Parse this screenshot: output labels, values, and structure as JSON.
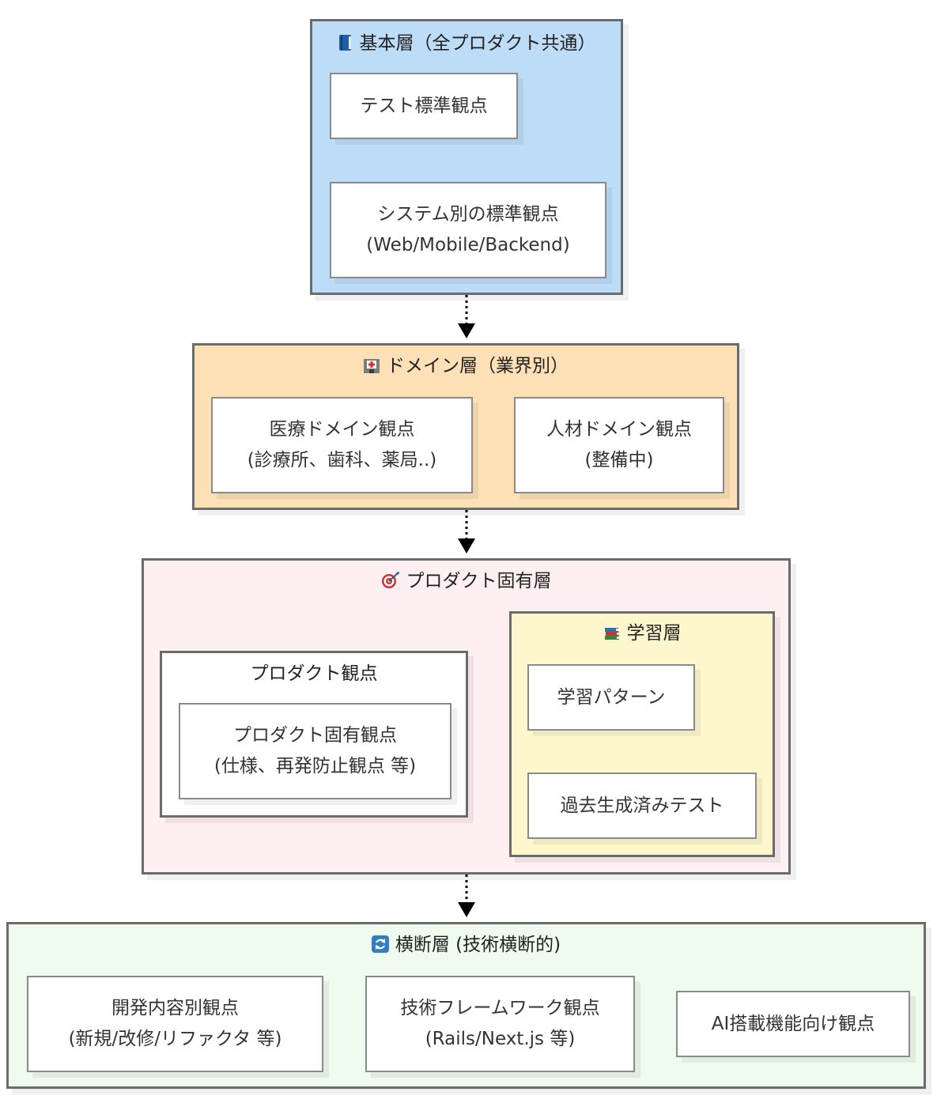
{
  "colors": {
    "basic_fill": "#bddcf7",
    "domain_fill": "#fde0b5",
    "product_fill": "#fef0f2",
    "learning_fill": "#fef7cd",
    "cross_fill": "#eefbee",
    "border": "#6b6b6b",
    "node_border": "#8a8a8a",
    "arrow": "#000000"
  },
  "layers": {
    "basic": {
      "icon": "blue-book-icon",
      "title": "基本層（全プロダクト共通）",
      "nodes": {
        "test_standard": {
          "line1": "テスト標準観点"
        },
        "system_standard": {
          "line1": "システム別の標準観点",
          "line2": "(Web/Mobile/Backend)"
        }
      }
    },
    "domain": {
      "icon": "hospital-icon",
      "title": "ドメイン層（業界別）",
      "nodes": {
        "medical": {
          "line1": "医療ドメイン観点",
          "line2": "(診療所、歯科、薬局..)"
        },
        "hr": {
          "line1": "人材ドメイン観点",
          "line2": "(整備中)"
        }
      }
    },
    "product": {
      "icon": "target-icon",
      "title": "プロダクト固有層",
      "product_view": {
        "title": "プロダクト観点",
        "node": {
          "line1": "プロダクト固有観点",
          "line2": "(仕様、再発防止観点 等)"
        }
      },
      "learning": {
        "icon": "books-icon",
        "title": "学習層",
        "nodes": {
          "pattern": {
            "line1": "学習パターン"
          },
          "past_tests": {
            "line1": "過去生成済みテスト"
          }
        }
      }
    },
    "cross": {
      "icon": "refresh-icon",
      "title": "横断層 (技術横断的)",
      "nodes": {
        "dev_content": {
          "line1": "開発内容別観点",
          "line2": "(新規/改修/リファクタ 等)"
        },
        "framework": {
          "line1": "技術フレームワーク観点",
          "line2": "(Rails/Next.js 等)"
        },
        "ai": {
          "line1": "AI搭載機能向け観点"
        }
      }
    }
  }
}
